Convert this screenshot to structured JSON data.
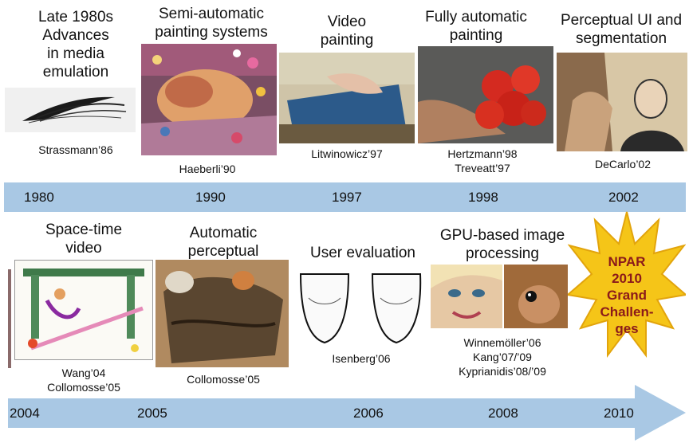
{
  "row1": [
    {
      "heading": [
        "Late 1980s",
        "Advances",
        "in media",
        "emulation"
      ],
      "citation": [
        "Strassmann’86"
      ],
      "year": "1980"
    },
    {
      "heading": [
        "Semi-automatic",
        "painting systems"
      ],
      "citation": [
        "Haeberli’90"
      ],
      "year": "1990"
    },
    {
      "heading": [
        "Video",
        "painting"
      ],
      "citation": [
        "Litwinowicz’97"
      ],
      "year": "1997"
    },
    {
      "heading": [
        "Fully automatic",
        "painting"
      ],
      "citation": [
        "Hertzmann’98",
        "Treveatt’97"
      ],
      "year": "1998"
    },
    {
      "heading": [
        "Perceptual UI and",
        "segmentation"
      ],
      "citation": [
        "DeCarlo’02"
      ],
      "year": "2002"
    }
  ],
  "row2": [
    {
      "heading": [
        "Space-time",
        "video"
      ],
      "citation": [
        "Wang’04",
        "Collomosse’05"
      ],
      "year": "2004"
    },
    {
      "heading": [
        "Automatic",
        "perceptual"
      ],
      "citation": [
        "Collomosse’05"
      ],
      "year": "2005"
    },
    {
      "heading": [
        "User evaluation"
      ],
      "citation": [
        "Isenberg’06"
      ],
      "year": "2006"
    },
    {
      "heading": [
        "GPU-based image",
        "processing"
      ],
      "citation": [
        "Winnemöller’06",
        "Kang’07/’09",
        "Kyprianidis’08/’09"
      ],
      "year": "2008"
    },
    {
      "heading": [],
      "citation": [],
      "year": "2010"
    }
  ],
  "star": {
    "lines": [
      "NPAR",
      "2010",
      "Grand",
      "Challen-",
      "ges"
    ],
    "fill": "#f5c518",
    "text_color": "#8b1a1a"
  },
  "colors": {
    "band": "#a9c8e4",
    "text": "#111111"
  }
}
